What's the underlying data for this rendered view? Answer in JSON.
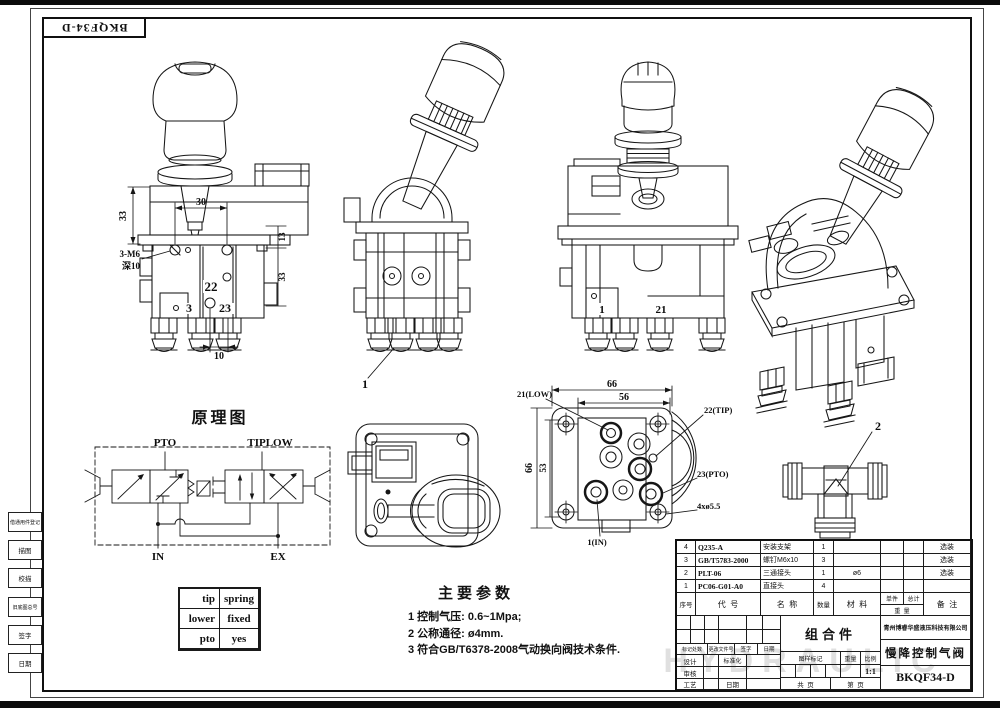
{
  "page": {
    "doc_no": "BKQF34-D",
    "watermark": "HYDRAULIC"
  },
  "margin": {
    "blocks": [
      {
        "label": "借通用件登记"
      },
      {
        "label": "描图"
      },
      {
        "label": "校描"
      },
      {
        "label": "旧底图总号"
      },
      {
        "label": "签字"
      },
      {
        "label": "日期"
      }
    ]
  },
  "views": {
    "front": {
      "dim_left": "33",
      "dim_top": "30",
      "dim_r1": "13",
      "dim_r2": "33",
      "dim_bottom": "10",
      "port_a": "22",
      "port_b": "3",
      "port_c": "23",
      "note1": "3-M6",
      "note2": "深10"
    },
    "tilted": {
      "callout": "1"
    },
    "side": {
      "port_a": "1",
      "port_b": "21"
    },
    "bottom": {
      "dim_top": "66",
      "dim_top2": "56",
      "dim_left": "66",
      "dim_left2": "53",
      "lbl_low": "21(LOW)",
      "lbl_tip": "22(TIP)",
      "lbl_pto": "23(PTO)",
      "lbl_in": "1(IN)",
      "lbl_holes": "4xø5.5"
    },
    "tee": {
      "callout": "2"
    }
  },
  "schematic": {
    "title": "原理图",
    "pto": "PTO",
    "tiplow": "TIPLOW",
    "in": "IN",
    "ex": "EX"
  },
  "function_table": {
    "rows": [
      {
        "key": "tip",
        "val": "spring"
      },
      {
        "key": "lower",
        "val": "fixed"
      },
      {
        "key": "pto",
        "val": "yes"
      }
    ]
  },
  "parameters": {
    "title": "主要参数",
    "items": [
      "1 控制气压: 0.6~1Mpa;",
      "2 公称通径: ø4mm.",
      "3 符合GB/T6378-2008气动换向阀技术条件."
    ]
  },
  "bom": {
    "header": {
      "no": "序号",
      "code": "代  号",
      "name": "名  称",
      "qty": "数量",
      "material": "材  料",
      "unit": "单件",
      "total": "总计",
      "weight": "重  量",
      "remark": "备  注"
    },
    "rows": [
      {
        "no": "4",
        "code": "Q235-A",
        "name": "安装支架",
        "qty": "1",
        "material": "",
        "unit": "",
        "total": "",
        "remark": "选装"
      },
      {
        "no": "3",
        "code": "GB/T5783-2000",
        "name": "螺钉M6x10",
        "qty": "3",
        "material": "",
        "unit": "",
        "total": "",
        "remark": "选装"
      },
      {
        "no": "2",
        "code": "PLT-06",
        "name": "三通接头",
        "qty": "1",
        "material": "ø6",
        "unit": "",
        "total": "",
        "remark": "选装"
      },
      {
        "no": "1",
        "code": "PC06-G01-A0",
        "name": "直接头",
        "qty": "4",
        "material": "",
        "unit": "",
        "total": "",
        "remark": ""
      }
    ]
  },
  "title_block": {
    "assembly": "组合件",
    "company": "青州博睿华盛液压科技有限公司",
    "product": "慢降控制气阀",
    "drawing_no": "BKQF34-D",
    "marks": {
      "mark": "标记处数",
      "change": "更改文件号",
      "sign": "签字",
      "date": "日期"
    },
    "design": "设计",
    "standard": "标准化",
    "audit": "审核",
    "process": "工艺",
    "date2": "日期",
    "stamp": "图样标记",
    "weight": "重量",
    "scale_label": "比例",
    "scale": "1:1",
    "sheets": "共  页",
    "sheet": "第  页"
  }
}
